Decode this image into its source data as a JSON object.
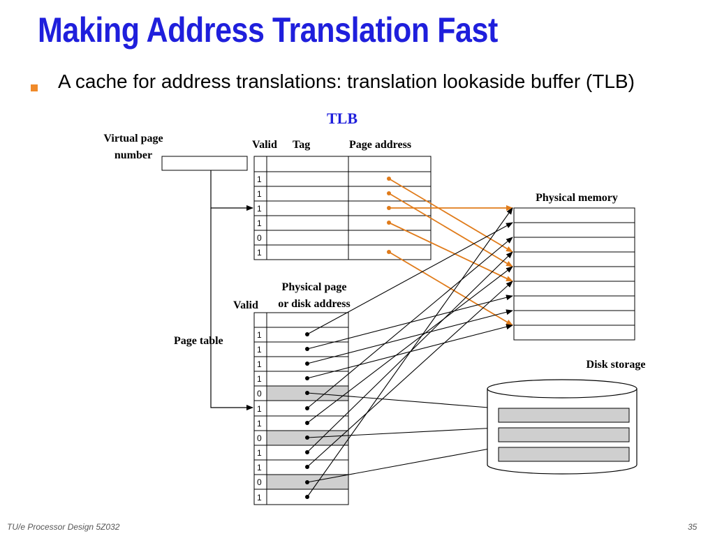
{
  "slide": {
    "title": "Making Address Translation Fast",
    "bullet": "A cache for address translations:  translation lookaside buffer (TLB)"
  },
  "diagram": {
    "tlb_title": "TLB",
    "vpn_label_line1": "Virtual page",
    "vpn_label_line2": "number",
    "tlb_headers": {
      "valid": "Valid",
      "tag": "Tag",
      "page_address": "Page address"
    },
    "tlb_valid_bits": [
      "1",
      "1",
      "1",
      "1",
      "0",
      "1"
    ],
    "physical_memory_label": "Physical memory",
    "page_table_header_line1": "Physical page",
    "page_table_header_line2": "or disk address",
    "page_table_valid_header": "Valid",
    "page_table_label": "Page table",
    "page_table_valid_bits": [
      "1",
      "1",
      "1",
      "1",
      "0",
      "1",
      "1",
      "0",
      "1",
      "1",
      "0",
      "1"
    ],
    "disk_storage_label": "Disk storage"
  },
  "colors": {
    "title": "#1f1fdc",
    "bullet": "#f08a2a",
    "tlb_arrows": "#e07b1a",
    "invalid_row_fill": "#cfcfcf",
    "tlb_title": "#1f1fdc"
  },
  "footer": {
    "left": "TU/e Processor Design 5Z032",
    "right": "35"
  }
}
